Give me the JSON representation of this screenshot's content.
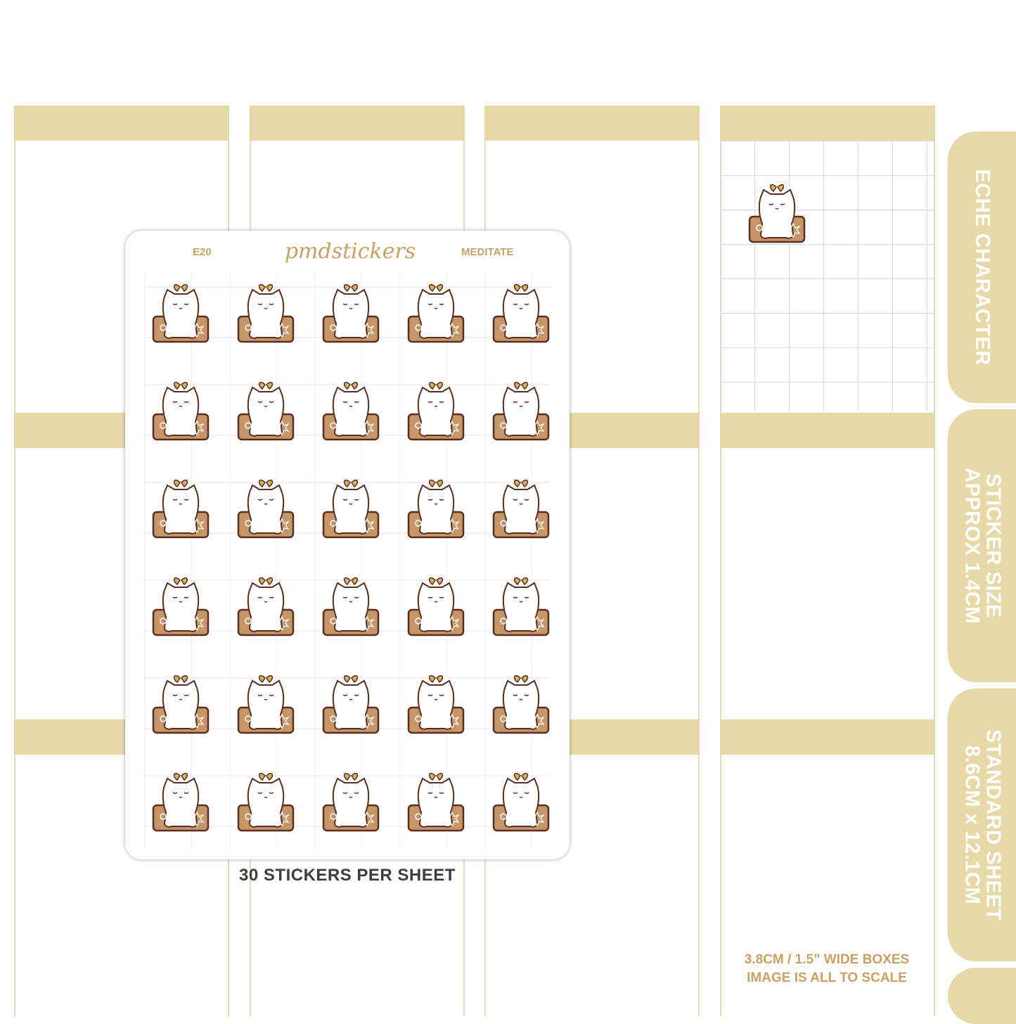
{
  "colors": {
    "header_band": "#e6d9a7",
    "accent_text": "#c9a065",
    "mat_brown": "#c79668",
    "outline": "#5a2f1f",
    "caption_text": "#3d3d3d"
  },
  "sheet": {
    "code": "E20",
    "brand": "pmdstickers",
    "name": "MEDITATE",
    "rows": 6,
    "columns": 5,
    "sticker_icon": "cat-meditating-on-mat-icon"
  },
  "caption": "30 STICKERS PER SHEET",
  "tabs": [
    {
      "lines": [
        "ECHE CHARACTER"
      ]
    },
    {
      "lines": [
        "STICKER SIZE",
        "APPROX 1.4CM"
      ]
    },
    {
      "lines": [
        "STANDARD SHEET",
        "8.6CM x 12.1CM"
      ]
    },
    {
      "lines": []
    }
  ],
  "note": {
    "line1": "3.8CM / 1.5” WIDE BOXES",
    "line2": "IMAGE IS ALL TO SCALE"
  }
}
